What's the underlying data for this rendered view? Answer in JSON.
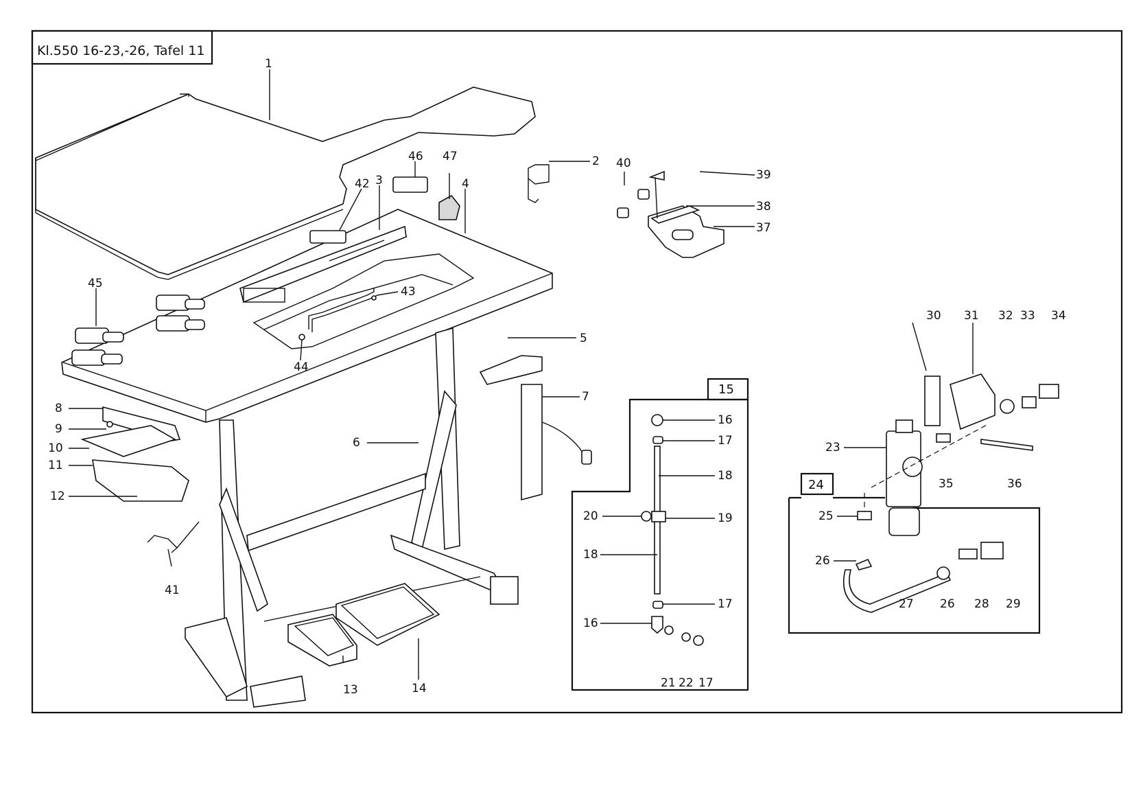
{
  "title": "Kl.550 16-23,-26, Tafel 11",
  "group_boxes": {
    "g15": "15",
    "g24": "24"
  },
  "callouts": [
    {
      "id": "c1",
      "text": "1"
    },
    {
      "id": "c2",
      "text": "2"
    },
    {
      "id": "c3",
      "text": "3"
    },
    {
      "id": "c4",
      "text": "4"
    },
    {
      "id": "c5",
      "text": "5"
    },
    {
      "id": "c6",
      "text": "6"
    },
    {
      "id": "c7",
      "text": "7"
    },
    {
      "id": "c8",
      "text": "8"
    },
    {
      "id": "c9",
      "text": "9"
    },
    {
      "id": "c10",
      "text": "10"
    },
    {
      "id": "c11",
      "text": "11"
    },
    {
      "id": "c12",
      "text": "12"
    },
    {
      "id": "c13",
      "text": "13"
    },
    {
      "id": "c14",
      "text": "14"
    },
    {
      "id": "c16a",
      "text": "16"
    },
    {
      "id": "c17a",
      "text": "17"
    },
    {
      "id": "c18a",
      "text": "18"
    },
    {
      "id": "c19",
      "text": "19"
    },
    {
      "id": "c20",
      "text": "20"
    },
    {
      "id": "c18b",
      "text": "18"
    },
    {
      "id": "c17b",
      "text": "17"
    },
    {
      "id": "c16b",
      "text": "16"
    },
    {
      "id": "c21",
      "text": "21"
    },
    {
      "id": "c22",
      "text": "22"
    },
    {
      "id": "c17c",
      "text": "17"
    },
    {
      "id": "c23",
      "text": "23"
    },
    {
      "id": "c25",
      "text": "25"
    },
    {
      "id": "c26a",
      "text": "26"
    },
    {
      "id": "c27",
      "text": "27"
    },
    {
      "id": "c26b",
      "text": "26"
    },
    {
      "id": "c28",
      "text": "28"
    },
    {
      "id": "c29",
      "text": "29"
    },
    {
      "id": "c30",
      "text": "30"
    },
    {
      "id": "c31",
      "text": "31"
    },
    {
      "id": "c32",
      "text": "32"
    },
    {
      "id": "c33",
      "text": "33"
    },
    {
      "id": "c34",
      "text": "34"
    },
    {
      "id": "c35",
      "text": "35"
    },
    {
      "id": "c36",
      "text": "36"
    },
    {
      "id": "c37",
      "text": "37"
    },
    {
      "id": "c38",
      "text": "38"
    },
    {
      "id": "c39",
      "text": "39"
    },
    {
      "id": "c40",
      "text": "40"
    },
    {
      "id": "c41",
      "text": "41"
    },
    {
      "id": "c42",
      "text": "42"
    },
    {
      "id": "c43",
      "text": "43"
    },
    {
      "id": "c44",
      "text": "44"
    },
    {
      "id": "c45",
      "text": "45"
    },
    {
      "id": "c46",
      "text": "46"
    },
    {
      "id": "c47",
      "text": "47"
    }
  ]
}
